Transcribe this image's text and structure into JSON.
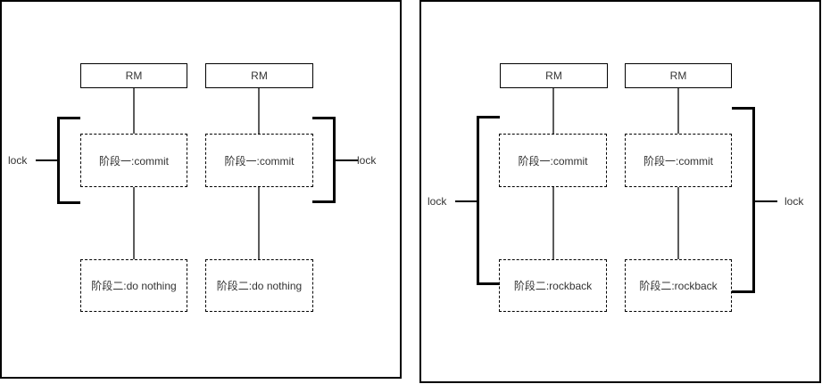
{
  "colors": {
    "panel_border": "#000000",
    "box_border": "#000000",
    "connector": "#5b5b5b",
    "text": "#333333"
  },
  "panels": [
    {
      "name": "two-phase-commit-success",
      "columns": [
        {
          "rm": "RM",
          "phase1": "阶段一:commit",
          "phase2": "阶段二:do nothing"
        },
        {
          "rm": "RM",
          "phase1": "阶段一:commit",
          "phase2": "阶段二:do nothing"
        }
      ],
      "lock_left": "lock",
      "lock_right": "lock"
    },
    {
      "name": "two-phase-commit-rollback",
      "columns": [
        {
          "rm": "RM",
          "phase1": "阶段一:commit",
          "phase2": "阶段二:rockback"
        },
        {
          "rm": "RM",
          "phase1": "阶段一:commit",
          "phase2": "阶段二:rockback"
        }
      ],
      "lock_left": "lock",
      "lock_right": "lock"
    }
  ]
}
